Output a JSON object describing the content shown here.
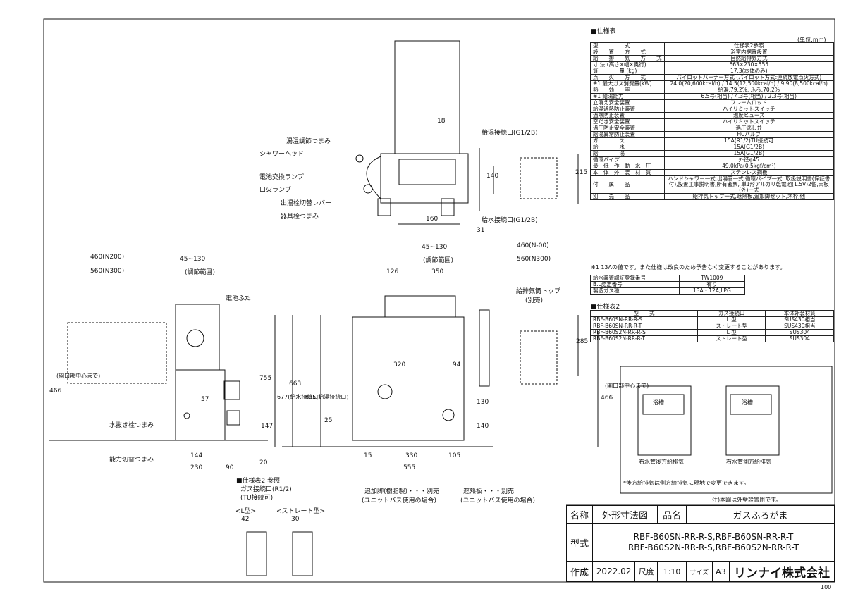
{
  "spec_title": "■仕様表",
  "unit_note": "(単位:mm)",
  "spec_rows": [
    {
      "k": "型　　　　　式",
      "v": "仕様表2参照"
    },
    {
      "k": "設　　置　　方　　式",
      "v": "浴室内据置設置"
    },
    {
      "k": "給　　排　　気　　方　　式",
      "v": "自然給排気方式"
    },
    {
      "k": "寸 法 (高さ×幅×奥行)",
      "v": "663×230×555"
    },
    {
      "k": "質　　　　量 (kg)",
      "v": "17.3(本体のみ)"
    },
    {
      "k": "点　　火　　方　　式",
      "v": "パイロットバーナー方式 (パイロット方式:連続放電点火方式)"
    },
    {
      "k": "※1 最大ガス消費量(kW)",
      "v": "24.0(20,600kcal/h) / 14.5(12,500kcal/h) / 9.90(8,500kcal/h)"
    },
    {
      "k": "熱　　効　　率",
      "v": "給湯:79.2%, ふろ:70.2%"
    },
    {
      "k": "※1 給湯能力",
      "v": "6.5号(相当) / 4.3号(相当) / 2.3号(相当)"
    },
    {
      "k": "立消え安全装置",
      "v": "フレームロッド"
    },
    {
      "k": "給湯過熱防止装置",
      "v": "ハイリミットスイッチ"
    },
    {
      "k": "過熱防止装置",
      "v": "温度ヒューズ"
    },
    {
      "k": "空だき安全装置",
      "v": "ハイリミットスイッチ"
    },
    {
      "k": "過圧防止安全装置",
      "v": "過圧逃し弁"
    },
    {
      "k": "給湯異常防止装置",
      "v": "HCバルブ"
    },
    {
      "k": "ガ　　　　ス",
      "v": "15A(R1/2)TU接続可"
    },
    {
      "k": "給　　　　水",
      "v": "15A(G1/2B)"
    },
    {
      "k": "給　　　　湯",
      "v": "15A(G1/2B)"
    },
    {
      "k": "循環パイプ",
      "v": "外径φ45"
    },
    {
      "k": "最　低　作　動　水　圧",
      "v": "49.0kPa(0.5kgf/cm²)"
    },
    {
      "k": "本　体　外　装　材　質",
      "v": "ステンレス鋼板"
    },
    {
      "k": "付　　属　　品",
      "v": "ハンドシャワー一式,出湯管一式,循環パイプ一式, 取扱説明書(保証書付),設置工事説明書,所有者票, 単1形アルカリ乾電池(1.5V)2個,天板(外)一式"
    },
    {
      "k": "別　　売　　品",
      "v": "給排気トップ一式,遮熱板,追加脚セット,木枠,他"
    }
  ],
  "spec_note": "※1 13Aの値です。また仕様は改良のため予告なく変更することがあります。",
  "cert_rows": [
    {
      "k": "給水装置認証登録番号",
      "v": "TW1009"
    },
    {
      "k": "B.L認定番号",
      "v": "有り"
    },
    {
      "k": "製造ガス種",
      "v": "13A・12A,LPG"
    }
  ],
  "spec2_title": "■仕様表2",
  "spec2_headers": [
    "型　　式",
    "ガス接続口",
    "本体外装材質"
  ],
  "spec2_rows": [
    [
      "RBF-B60SN-RR-R-S",
      "L 型",
      "SUS430相当"
    ],
    [
      "RBF-B60SN-RR-R-T",
      "ストレート型",
      "SUS430相当"
    ],
    [
      "RBF-B60S2N-RR-R-S",
      "L 型",
      "SUS304"
    ],
    [
      "RBF-B60S2N-RR-R-T",
      "ストレート型",
      "SUS304"
    ]
  ],
  "diagram_labels": {
    "bath1": "浴槽",
    "bath2": "浴槽",
    "rear": "右水管後方給排気",
    "side": "右水管側方給排気",
    "rear_note": "*後方給排気は側方給排気に現地で変更できます。",
    "note_wall": "注)本図は外壁設置用です。"
  },
  "top_labels": {
    "temp_knob": "湯温調節つまみ",
    "shower": "シャワーヘッド",
    "battery_lamp": "電池交換ランプ",
    "pilot_lamp": "口火ランプ",
    "tap_lever": "出湯栓切替レバー",
    "valve_knob": "器具栓つまみ",
    "hot_out": "給湯接続口(G1/2B)",
    "water_in": "給水接続口(G1/2B)"
  },
  "side_labels": {
    "battery_cover": "電池ふた",
    "drain_knob": "水抜き栓つまみ",
    "power_switch": "能力切替つまみ",
    "gas_ref": "■仕様表2 参照",
    "gas_conn": "ガス接続口(R1/2)",
    "tu": "(TU接続可)",
    "l_type": "<L型>",
    "straight": "<ストレート型>"
  },
  "front_labels": {
    "flue_top": "給排気筒トップ",
    "sold_sep": "(別売)",
    "leg": "追加脚(樹脂製)・・・別売",
    "leg_note": "(ユニットバス使用の場合)",
    "shield": "遮熱板・・・別売",
    "shield_note": "(ユニットバス使用の場合)"
  },
  "dims": {
    "d18": "18",
    "d215": "215",
    "d140": "140",
    "d160": "160",
    "d31": "31",
    "d460a": "460(N200)",
    "d560a": "560(N300)",
    "d45a": "45~130",
    "adj_a": "(調節範囲)",
    "d45b": "45~130",
    "adj_b": "(調節範囲)",
    "d460b": "460(N-00)",
    "d560b": "560(N300)",
    "d126": "126",
    "d350": "350",
    "d285": "285",
    "d320": "320",
    "d94": "94",
    "d466l": "466",
    "open_l": "(開口部中心まで)",
    "d466r": "466",
    "open_r": "(開口部中心まで)",
    "d755": "755",
    "d677": "677(給水接続口)",
    "d663": "663",
    "d635": "635(給湯接続口)",
    "d57": "57",
    "d147": "147",
    "d25": "25",
    "d130": "130",
    "d140b": "140",
    "d144": "144",
    "d230": "230",
    "d90": "90",
    "d20": "20",
    "d15": "15",
    "d330": "330",
    "d105": "105",
    "d555": "555",
    "d42": "42",
    "d30": "30"
  },
  "title_block": {
    "name_k": "名称",
    "name_v": "外形寸法図",
    "item_k": "品名",
    "item_v": "ガスふろがま",
    "model_k": "型式",
    "model_v1": "RBF-B60SN-RR-R-S,RBF-B60SN-RR-R-T",
    "model_v2": "RBF-B60S2N-RR-R-S,RBF-B60S2N-RR-R-T",
    "made_k": "作成",
    "date": "2022.02",
    "scale_k": "尺度",
    "scale": "1:10",
    "size_k": "サイズ",
    "size": "A3",
    "company": "リンナイ株式会社",
    "page_no": "100"
  }
}
